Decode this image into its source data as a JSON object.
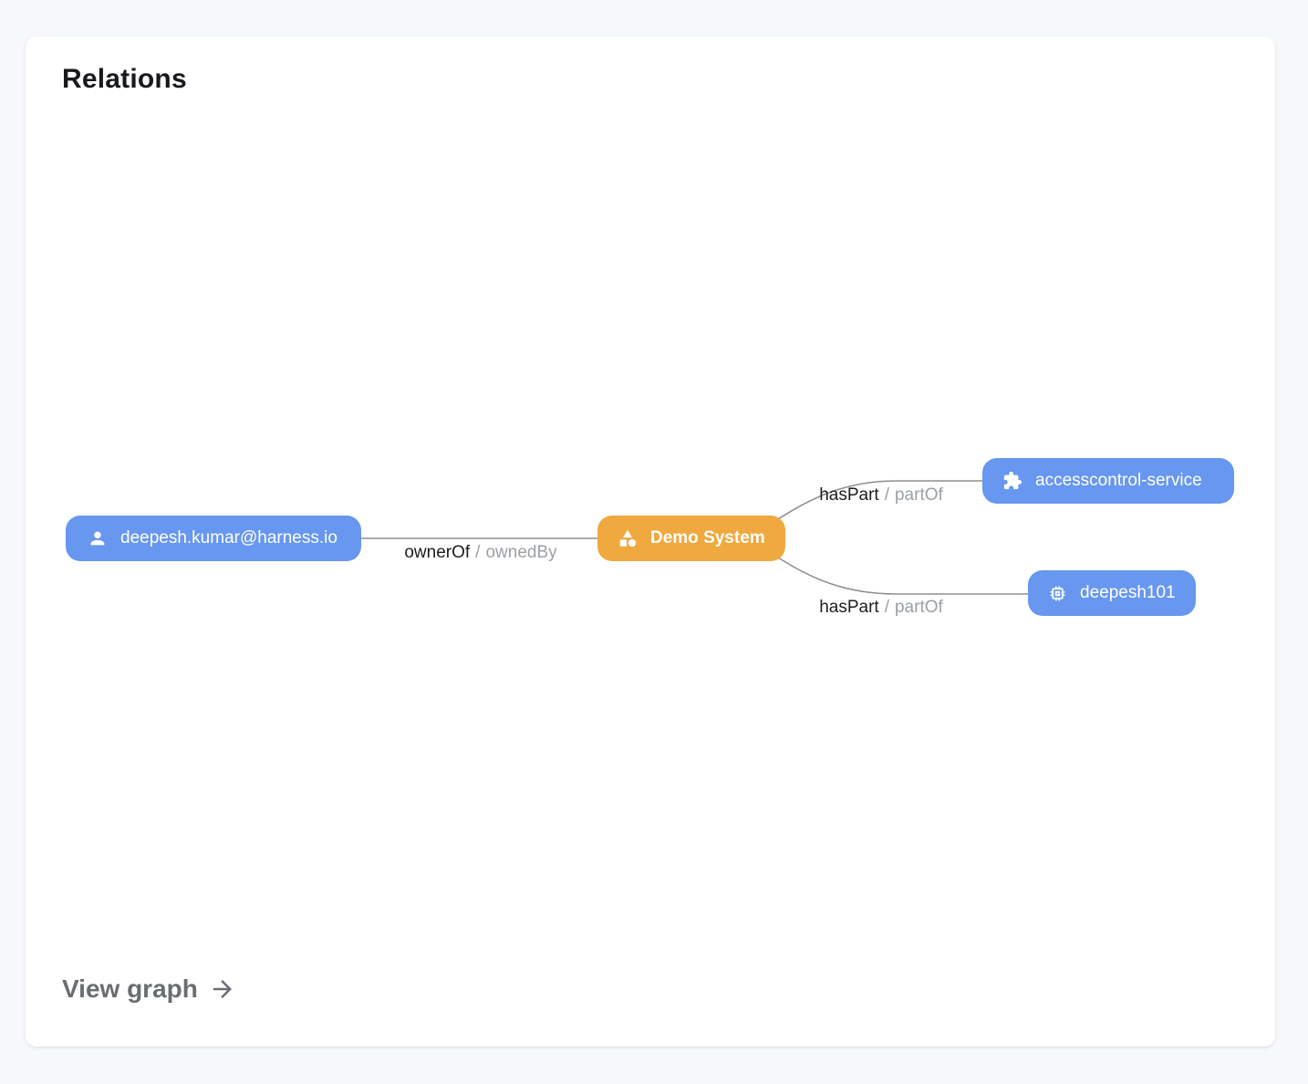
{
  "header": {
    "title": "Relations"
  },
  "footer": {
    "view_graph_label": "View graph"
  },
  "colors": {
    "page_background": "#F6F8FC",
    "card_background": "#FFFFFF",
    "node_blue": "#6797EF",
    "node_orange": "#F0A93F",
    "edge_line": "#8F8F8F",
    "edge_label_primary": "#1D1D1F",
    "edge_label_secondary": "#9BA0A5"
  },
  "graph": {
    "nodes": [
      {
        "id": "user",
        "label": "deepesh.kumar@harness.io",
        "icon": "person-icon",
        "color": "#6797EF"
      },
      {
        "id": "system",
        "label": "Demo System",
        "icon": "category-icon",
        "color": "#F0A93F"
      },
      {
        "id": "service",
        "label": "accesscontrol-service",
        "icon": "puzzle-icon",
        "color": "#6797EF"
      },
      {
        "id": "component",
        "label": "deepesh101",
        "icon": "memory-chip-icon",
        "color": "#6797EF"
      }
    ],
    "edges": [
      {
        "from": "deepesh.kumar@harness.io",
        "to": "Demo System",
        "forward": "ownerOf",
        "separator": "/",
        "reverse": "ownedBy"
      },
      {
        "from": "Demo System",
        "to": "accesscontrol-service",
        "forward": "hasPart",
        "separator": "/",
        "reverse": "partOf"
      },
      {
        "from": "Demo System",
        "to": "deepesh101",
        "forward": "hasPart",
        "separator": "/",
        "reverse": "partOf"
      }
    ]
  }
}
